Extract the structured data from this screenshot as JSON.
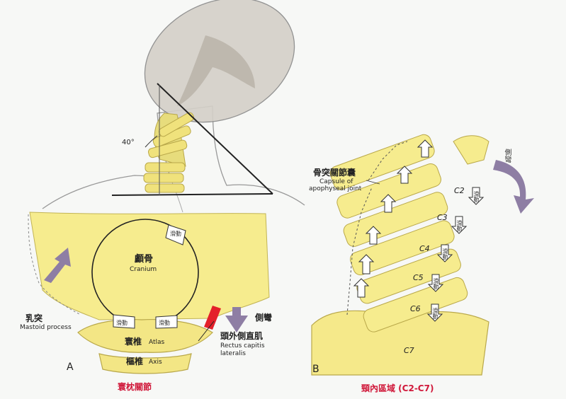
{
  "panel_a": {
    "letter": "A",
    "caption": "寰枕關節",
    "angle": "40°",
    "cranium_zh": "顱骨",
    "cranium_en": "Cranium",
    "slide": "滑動",
    "mastoid_zh": "乳突",
    "mastoid_en": "Mastoid process",
    "lateral_flexion": "側彎",
    "rectus_zh": "頭外側直肌",
    "rectus_en_1": "Rectus capitis",
    "rectus_en_2": "lateralis",
    "atlas_zh": "寰椎",
    "atlas_en": "Atlas",
    "axis_zh": "樞椎",
    "axis_en": "Axis"
  },
  "panel_b": {
    "letter": "B",
    "caption": "頸內區域 (C2-C7)",
    "capsule_zh": "骨突關節囊",
    "capsule_en_1": "Capsule of",
    "capsule_en_2": "apophyseal joint",
    "lateral_flexion": "側彎",
    "slide": "滑動",
    "vertebrae": [
      "C2",
      "C3",
      "C4",
      "C5",
      "C6",
      "C7"
    ]
  },
  "colors": {
    "bone": "#f5e98a",
    "bone_outline": "#b9a84a",
    "arrow_purple": "#8e7ea4",
    "muscle_red": "#e4202a",
    "caption_red": "#d0183a"
  }
}
